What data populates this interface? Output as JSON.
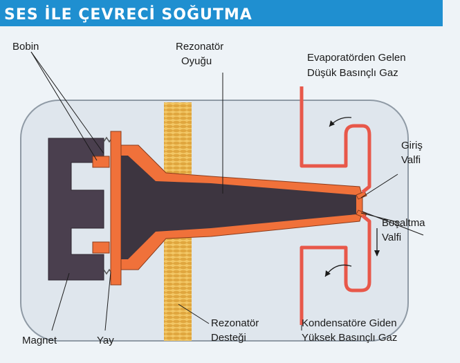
{
  "title": "SES İLE ÇEVRECİ SOĞUTMA",
  "labels": {
    "bobin": "Bobin",
    "rezonator_oyugu_1": "Rezonatör",
    "rezonator_oyugu_2": "Oyuğu",
    "evap_1": "Evaporatörden Gelen",
    "evap_2": "Düşük Basınçlı Gaz",
    "giris_1": "Giriş",
    "giris_2": "Valfi",
    "bosaltma_1": "Boşaltma",
    "bosaltma_2": "Valfi",
    "rez_destek_1": "Rezonatör",
    "rez_destek_2": "Desteği",
    "kond_1": "Kondensatöre Giden",
    "kond_2": "Yüksek Basınçlı Gaz",
    "magnet": "Magnet",
    "yay": "Yay"
  },
  "colors": {
    "title_bar": "#1f8fd0",
    "resonator_outer": "#f0713a",
    "resonator_inner": "#3d3540",
    "magnet": "#4a3f4e",
    "pipe": "#e8584a",
    "support": "#f2c766",
    "housing": "#dfe6ed"
  }
}
